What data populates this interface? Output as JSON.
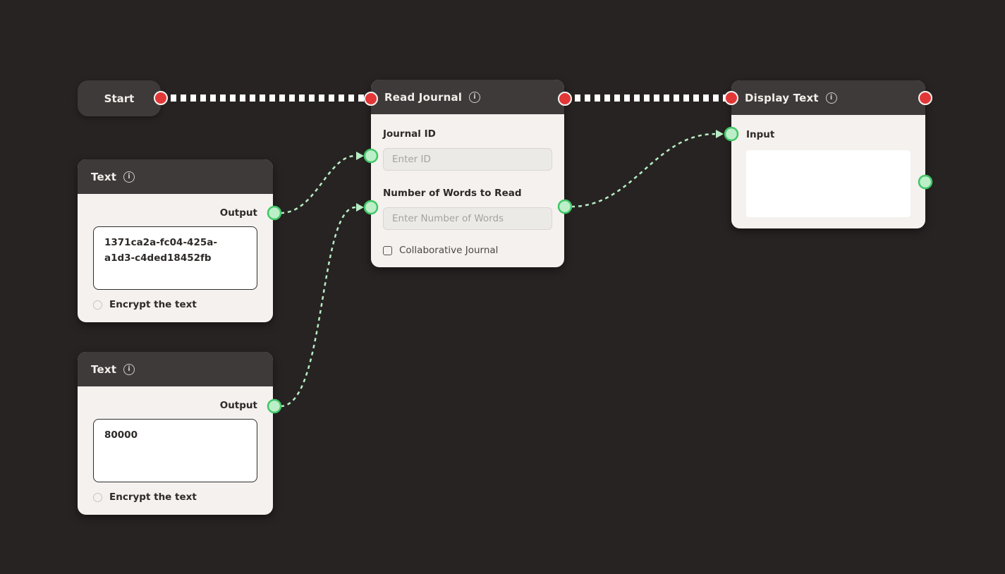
{
  "app": {
    "background": "#272322"
  },
  "palette": {
    "node_header": "#3d3a39",
    "node_body": "#f4f1ee",
    "red_port": "#e23737",
    "red_port_ring": "#f5f3f1",
    "green_port_fill": "#bceec8",
    "green_port_stroke": "#41c767",
    "edge_green": "#b7edc4",
    "edge_white": "#ffffff"
  },
  "icons": {
    "info_glyph": "i"
  },
  "nodes": {
    "start": {
      "title": "Start"
    },
    "read_journal": {
      "title": "Read Journal",
      "journal_id_label": "Journal ID",
      "journal_id_placeholder": "Enter ID",
      "journal_id_value": "",
      "num_words_label": "Number of Words to Read",
      "num_words_placeholder": "Enter Number of Words",
      "num_words_value": "",
      "collaborative_label": "Collaborative Journal",
      "collaborative_checked": false
    },
    "display_text": {
      "title": "Display Text",
      "input_label": "Input",
      "output_value": ""
    },
    "text1": {
      "title": "Text",
      "output_label": "Output",
      "value": "1371ca2a-fc04-425a-a1d3-c4ded18452fb",
      "encrypt_label": "Encrypt the text",
      "encrypt_checked": false
    },
    "text2": {
      "title": "Text",
      "output_label": "Output",
      "value": "80000",
      "encrypt_label": "Encrypt the text",
      "encrypt_checked": false
    }
  },
  "edges": [
    {
      "from": "start",
      "to": "read_journal",
      "type": "control"
    },
    {
      "from": "read_journal",
      "to": "display_text",
      "type": "control"
    },
    {
      "from": "text1.output",
      "to": "read_journal.journal_id",
      "type": "data"
    },
    {
      "from": "text2.output",
      "to": "read_journal.num_words",
      "type": "data"
    },
    {
      "from": "read_journal.output",
      "to": "display_text.input",
      "type": "data"
    }
  ]
}
